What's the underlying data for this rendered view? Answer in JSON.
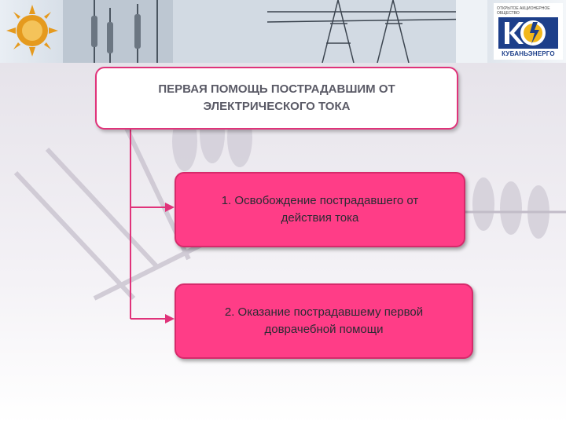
{
  "banner": {
    "left_logo": {
      "icon": "sun-emblem-logo"
    },
    "right_logo": {
      "icon": "kubanenergo-logo",
      "caption": "ОТКРЫТОЕ АКЦИОНЕРНОЕ ОБЩЕСТВО",
      "brand": "КУБАНЬЭНЕРГО"
    }
  },
  "diagram": {
    "title": "ПЕРВАЯ ПОМОЩЬ ПОСТРАДАВШИМ ОТ ЭЛЕКТРИЧЕСКОГО ТОКА",
    "steps": [
      {
        "label": "1. Освобождение пострадавшего от действия тока"
      },
      {
        "label": "2. Оказание пострадавшему первой доврачебной помощи"
      }
    ]
  },
  "colors": {
    "accent": "#ff3d87",
    "accent_border": "#e0337a",
    "title_text": "#5a5a66",
    "brand_blue": "#1d3f8a"
  }
}
